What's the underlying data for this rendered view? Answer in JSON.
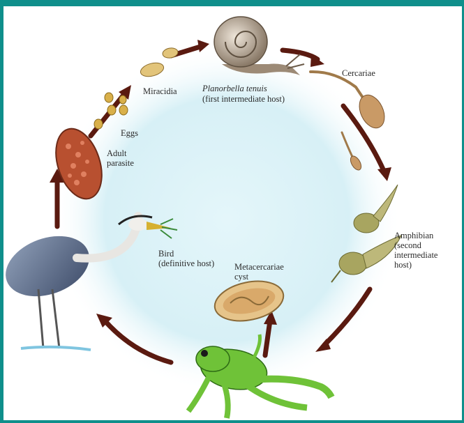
{
  "labels": {
    "eggs": "Eggs",
    "miracidia": "Miracidia",
    "snail_species": "Planorbella tenuis",
    "snail_role": "(first intermediate host)",
    "cercariae": "Cercariae",
    "adult_line1": "Adult",
    "adult_line2": "parasite",
    "bird_line1": "Bird",
    "bird_line2": "(definitive host)",
    "meta_line1": "Metacercariae",
    "meta_line2": "cyst",
    "amph_line1": "Amphibian",
    "amph_line2": "(second",
    "amph_line3": "intermediate",
    "amph_line4": "host)"
  },
  "colors": {
    "frame": "#0f8f8b",
    "arrow": "#5a1a10",
    "background_glow": "#d9f1f7"
  }
}
